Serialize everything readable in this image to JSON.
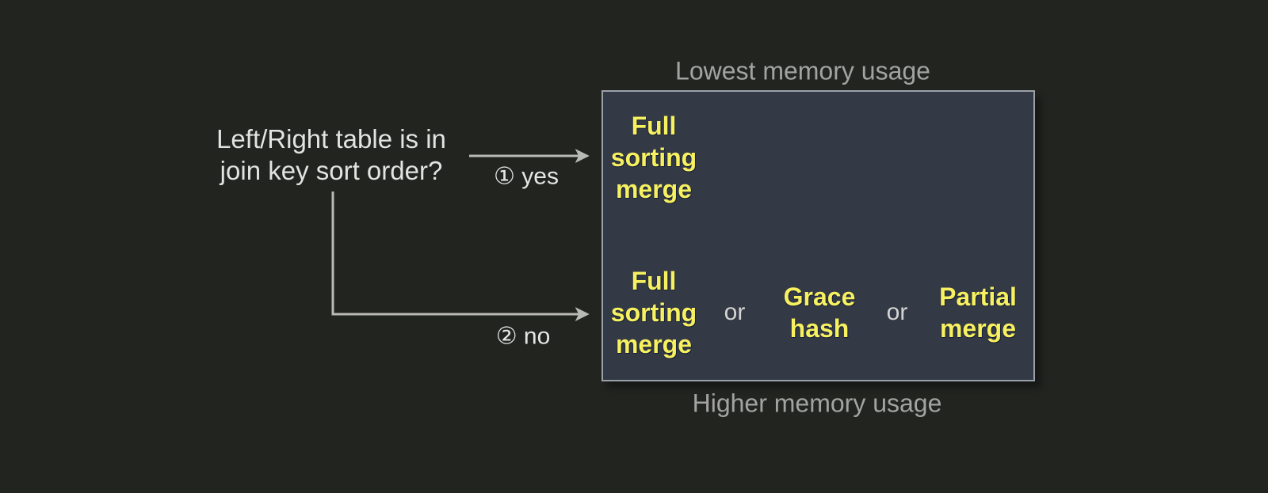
{
  "diagram": {
    "question": "Left/Right table is in\njoin key sort order?",
    "branch_yes": {
      "label": "① yes"
    },
    "branch_no": {
      "label": "② no"
    },
    "caption_top": "Lowest memory usage",
    "caption_bottom": "Higher memory usage",
    "sorted_row": {
      "options": [
        "Full\nsorting\nmerge"
      ]
    },
    "unsorted_row": {
      "options": [
        "Full\nsorting\nmerge",
        "Grace\nhash",
        "Partial\nmerge"
      ],
      "separator": "or"
    },
    "colors": {
      "background": "#222420",
      "box_fill": "#343946",
      "box_border": "#9ba1a8",
      "algorithm_text": "#f7f160",
      "caption_text": "#a3a3a1",
      "question_text": "#e3e3e1",
      "connector_line": "#b9bab6"
    }
  }
}
